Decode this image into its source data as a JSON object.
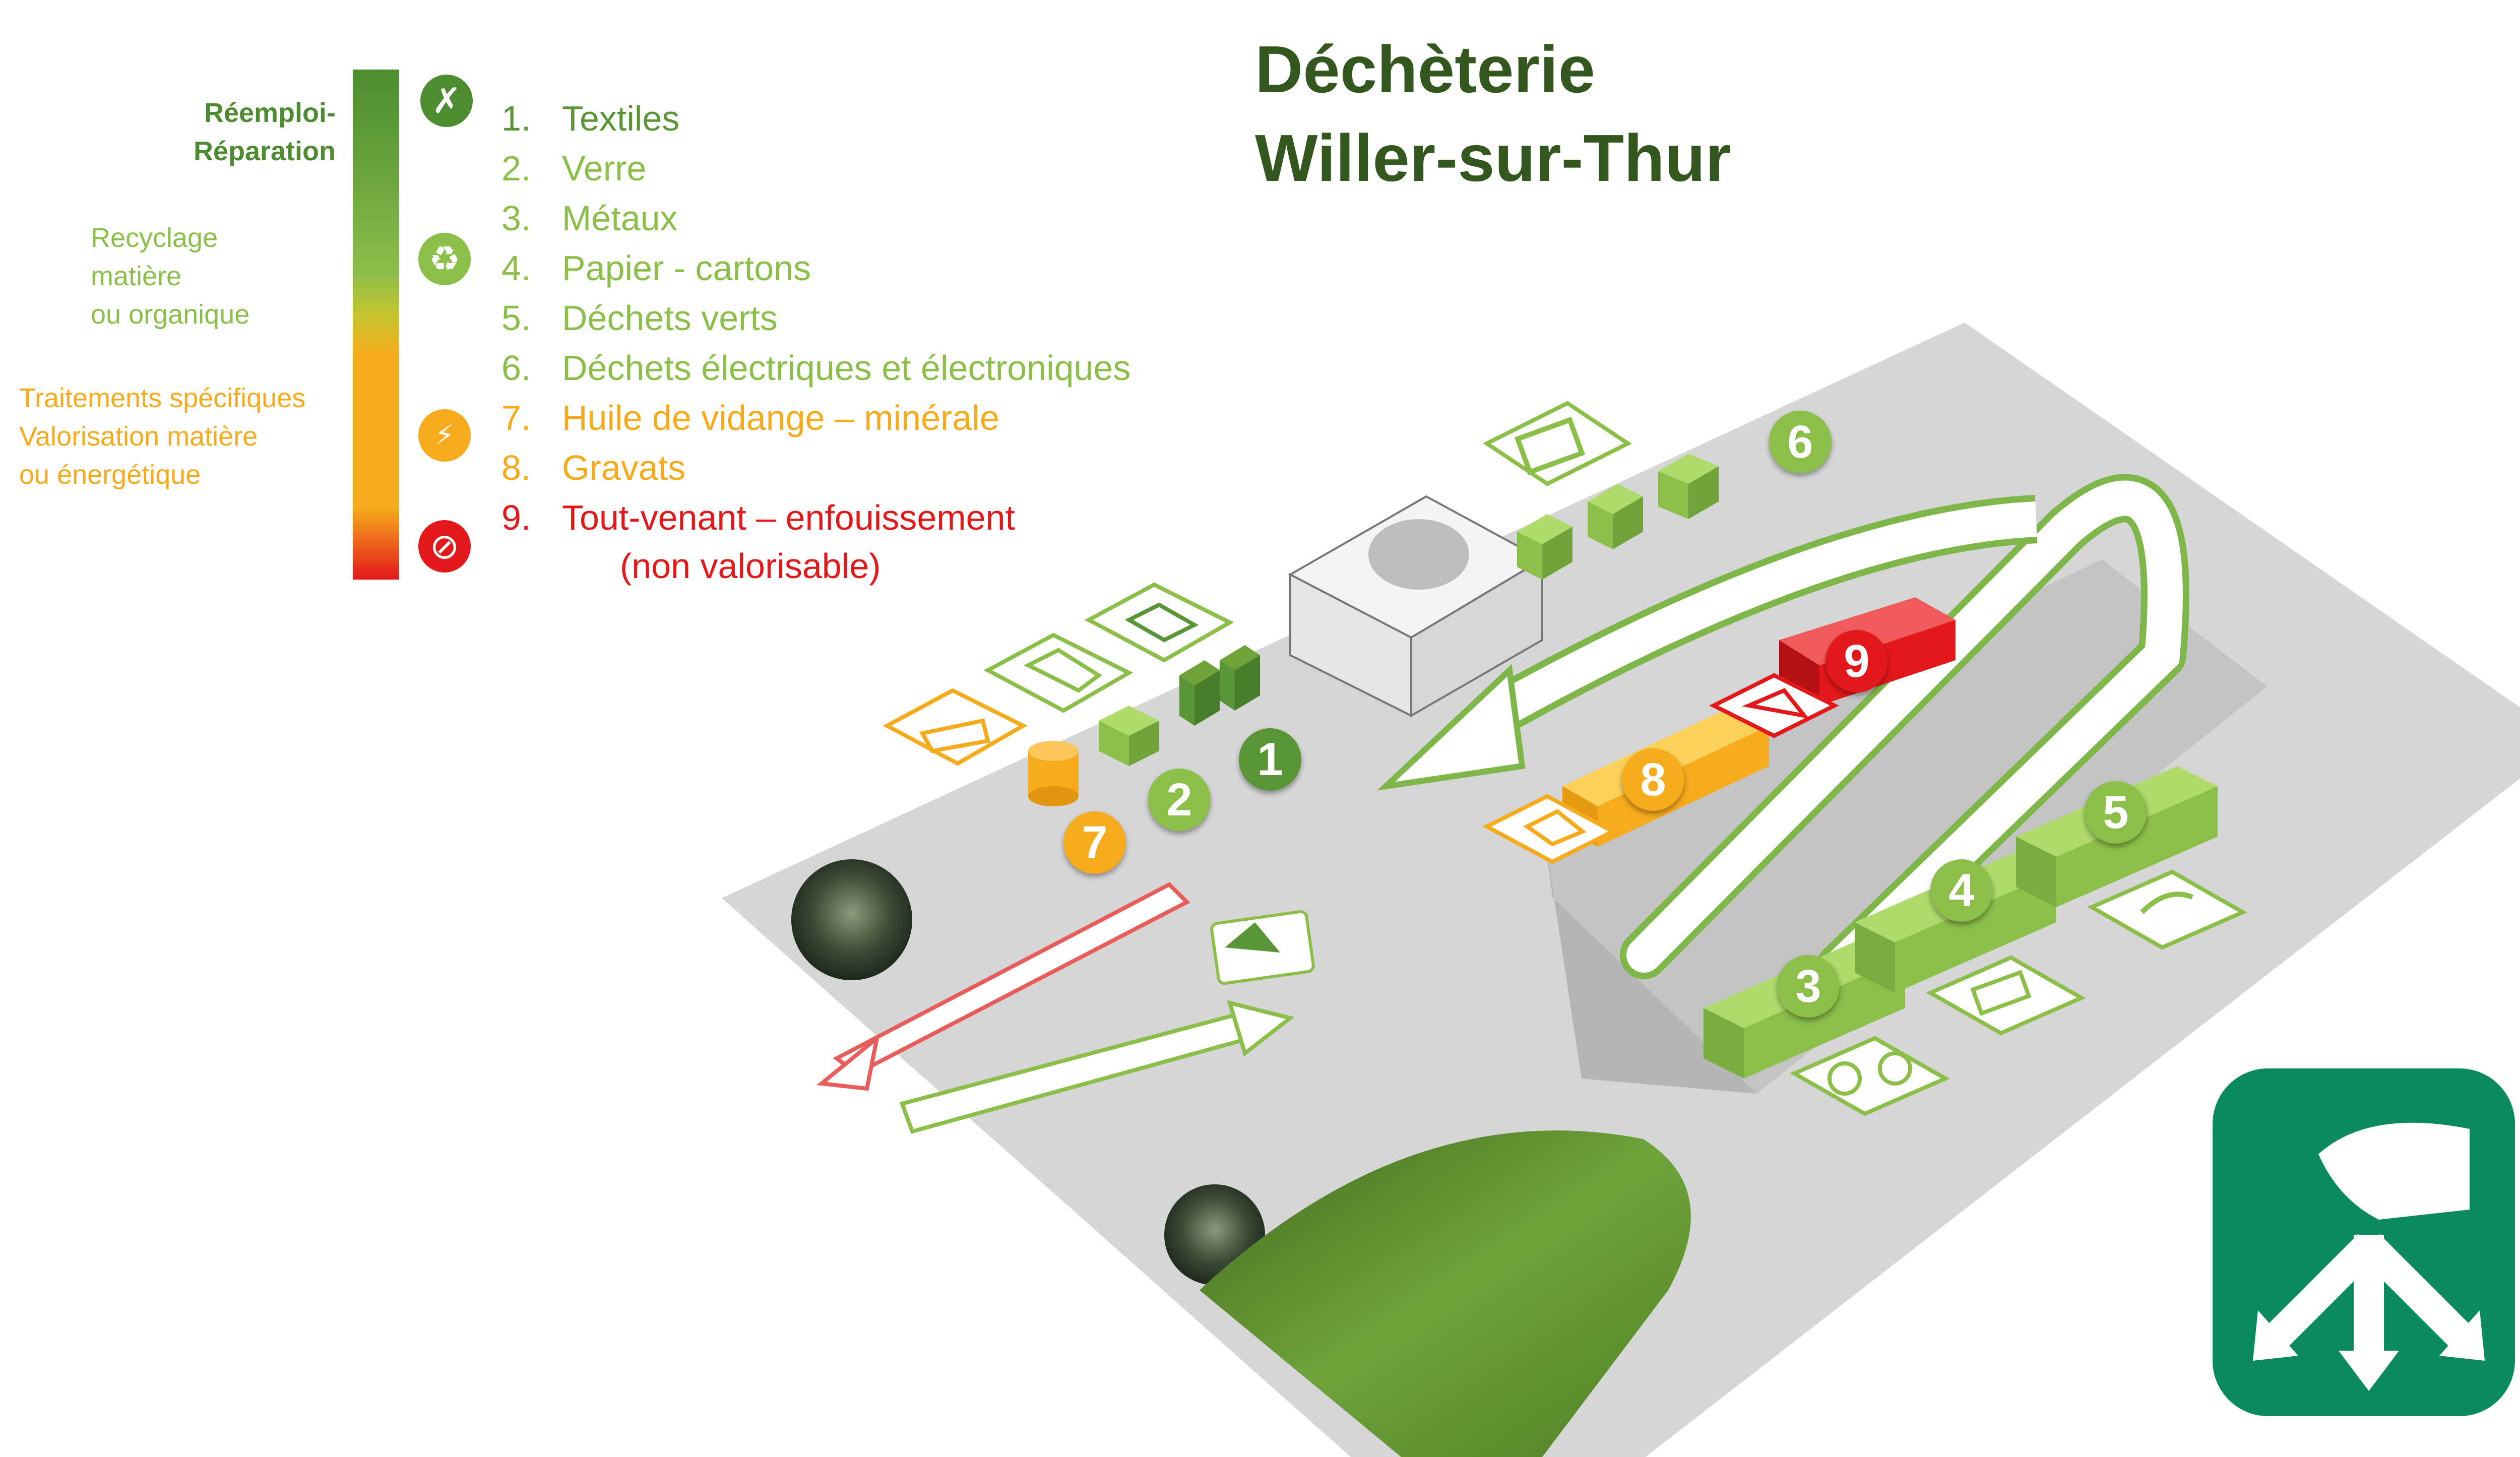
{
  "title": {
    "line1": "Déchèterie",
    "line2": "Willer-sur-Thur"
  },
  "colors": {
    "dark_green": "#5a9638",
    "light_green": "#8cbe4a",
    "orange": "#f6ab1c",
    "red": "#e3181b",
    "title_green": "#34561f",
    "logo_green": "#0c8a5f",
    "ground": "#d7d7d7"
  },
  "legend": {
    "categories": [
      {
        "label_lines": [
          "Réemploi-",
          "Réparation"
        ],
        "color": "#4e8c31",
        "icon": "tools-icon"
      },
      {
        "label_lines": [
          "Recyclage",
          "matière",
          "ou organique"
        ],
        "color": "#8cbe4a",
        "icon": "recycle-icon"
      },
      {
        "label_lines": [
          "Traitements spécifiques",
          "Valorisation matière",
          "ou énergétique"
        ],
        "color": "#f6ab1c",
        "icon": "energy-icon"
      },
      {
        "label_lines": [],
        "color": "#e3181b",
        "icon": "forbidden-icon"
      }
    ]
  },
  "waste_list": [
    {
      "num": "1.",
      "label": "Textiles",
      "color": "#5a9638"
    },
    {
      "num": "2.",
      "label": "Verre",
      "color": "#8cbe4a"
    },
    {
      "num": "3.",
      "label": "Métaux",
      "color": "#8cbe4a"
    },
    {
      "num": "4.",
      "label": "Papier - cartons",
      "color": "#8cbe4a"
    },
    {
      "num": "5.",
      "label": "Déchets verts",
      "color": "#8cbe4a"
    },
    {
      "num": "6.",
      "label": "Déchets électriques et électroniques",
      "color": "#8cbe4a"
    },
    {
      "num": "7.",
      "label": "Huile de vidange – minérale",
      "color": "#f6ab1c"
    },
    {
      "num": "8.",
      "label": "Gravats",
      "color": "#f6ab1c"
    },
    {
      "num": "9.",
      "label": "Tout-venant – enfouissement",
      "color": "#e3181b",
      "sub": "(non valorisable)"
    }
  ],
  "map_badges": [
    {
      "num": "1",
      "color": "#5a9638"
    },
    {
      "num": "2",
      "color": "#8cbe4a"
    },
    {
      "num": "3",
      "color": "#8cbe4a"
    },
    {
      "num": "4",
      "color": "#8cbe4a"
    },
    {
      "num": "5",
      "color": "#8cbe4a"
    },
    {
      "num": "6",
      "color": "#8cbe4a"
    },
    {
      "num": "7",
      "color": "#f6ab1c"
    },
    {
      "num": "8",
      "color": "#f6ab1c"
    },
    {
      "num": "9",
      "color": "#e3181b"
    }
  ],
  "icons": [
    "tools-icon",
    "recycle-icon",
    "energy-icon",
    "forbidden-icon",
    "helmet-icon",
    "tv-icon",
    "bottle-icon",
    "clothes-icon",
    "oil-can-icon",
    "rubble-icon",
    "trash-icon",
    "bicycle-icon",
    "cardboard-icon",
    "leaf-icon",
    "access-card-icon",
    "bush-icon",
    "lawn-icon",
    "logo-hand-arrows-icon"
  ]
}
